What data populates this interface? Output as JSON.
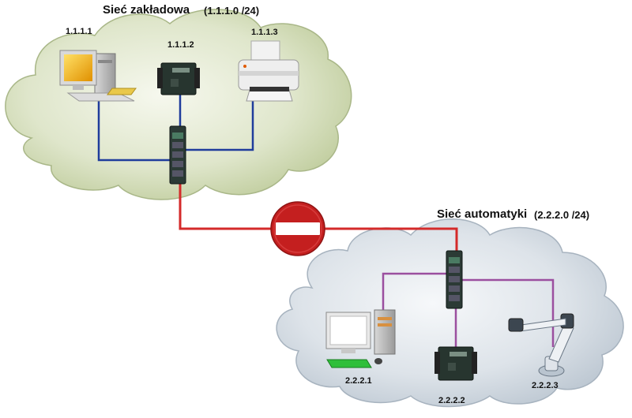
{
  "networks": {
    "plant": {
      "title": "Sieć zakładowa",
      "subnet": "(1.1.1.0 /24)",
      "cloud_color": "#c5d2a4",
      "link_color": "#1f3c9c"
    },
    "automation": {
      "title": "Sieć automatyki",
      "subnet": "(2.2.2.0 /24)",
      "cloud_color": "#c4ced8",
      "link_color": "#9b4f9f"
    }
  },
  "devices": {
    "plant_pc": {
      "ip": "1.1.1.1",
      "icon": "desktop-computer-icon"
    },
    "plant_gateway": {
      "ip": "1.1.1.2",
      "icon": "serial-device-server-icon"
    },
    "plant_printer": {
      "ip": "1.1.1.3",
      "icon": "printer-icon"
    },
    "auto_pc": {
      "ip": "2.2.2.1",
      "icon": "desktop-computer-icon"
    },
    "auto_gateway": {
      "ip": "2.2.2.2",
      "icon": "serial-device-server-icon"
    },
    "auto_robot": {
      "ip": "2.2.2.3",
      "icon": "robot-arm-icon"
    }
  },
  "inter_network_link": {
    "color": "#d42a2a",
    "icon": "no-entry-icon"
  }
}
